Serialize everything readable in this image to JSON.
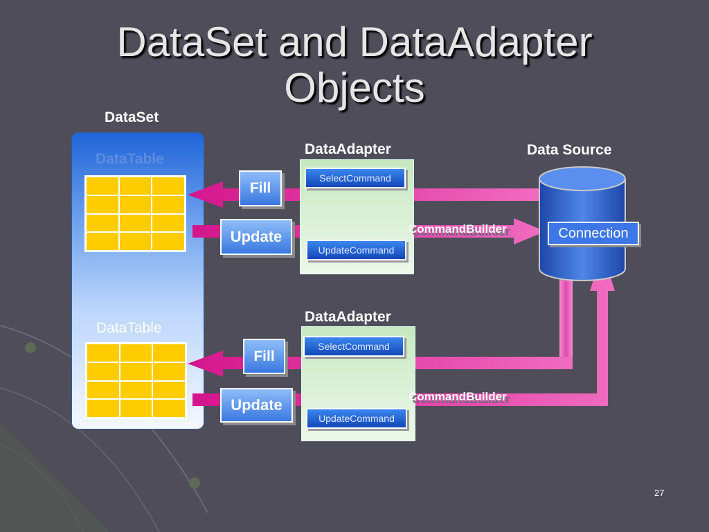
{
  "title_line1": "DataSet and DataAdapter",
  "title_line2": "Objects",
  "dataset_label": "DataSet",
  "datatable_label": "DataTable",
  "dataadapter_label": "DataAdapter",
  "datasource_label": "Data Source",
  "select_command": "SelectCommand",
  "update_command": "UpdateCommand",
  "fill_label": "Fill",
  "update_label": "Update",
  "commandbuilder_label": "CommandBuilder",
  "connection_label": "Connection",
  "page_number": "27",
  "colors": {
    "background": "#4e4d59",
    "arrow": "#e0359e",
    "datatable_cells": "#ffcc00",
    "button_blue": "#3a78e0"
  }
}
